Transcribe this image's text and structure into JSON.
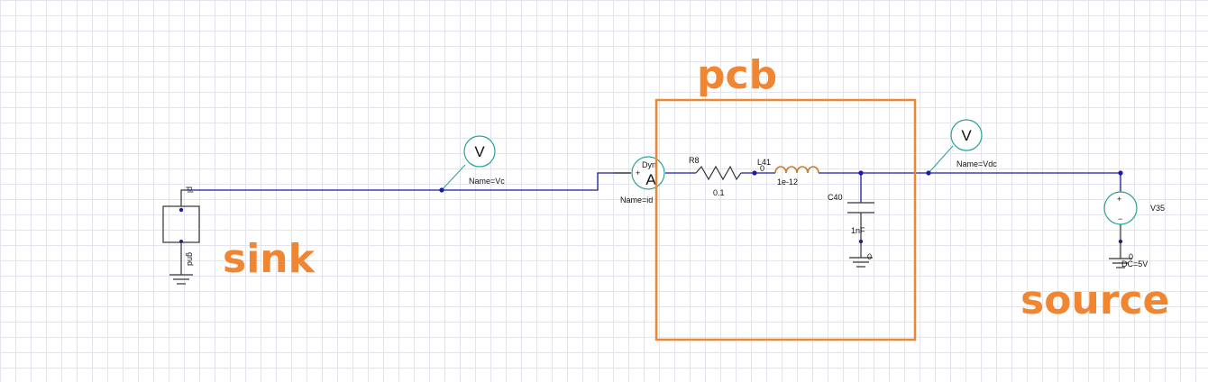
{
  "annotations": {
    "pcb": "pcb",
    "sink": "sink",
    "source": "source"
  },
  "probes": {
    "vc_symbol": "V",
    "vc_name": "Name=Vc",
    "vdc_symbol": "V",
    "vdc_name": "Name=Vdc",
    "ammeter_symbol": "A",
    "ammeter_label": "Dyn",
    "ammeter_name": "Name=id"
  },
  "components": {
    "r8_name": "R8",
    "r8_value": "0.1",
    "l41_name": "L41",
    "l41_pin": "0",
    "l41_value": "1e-12",
    "c40_name": "C40",
    "c40_value": "1nF",
    "c40_ground": "0",
    "v35_name": "V35",
    "v35_value": "DC=5V",
    "v35_ground": "0",
    "sink_pin_label": "pl",
    "sink_gnd_label": "gnd"
  },
  "colors": {
    "annotation": "#f08532",
    "wire": "#1a1aa0",
    "probe": "#2aa197",
    "inductor": "#c87a2a"
  }
}
